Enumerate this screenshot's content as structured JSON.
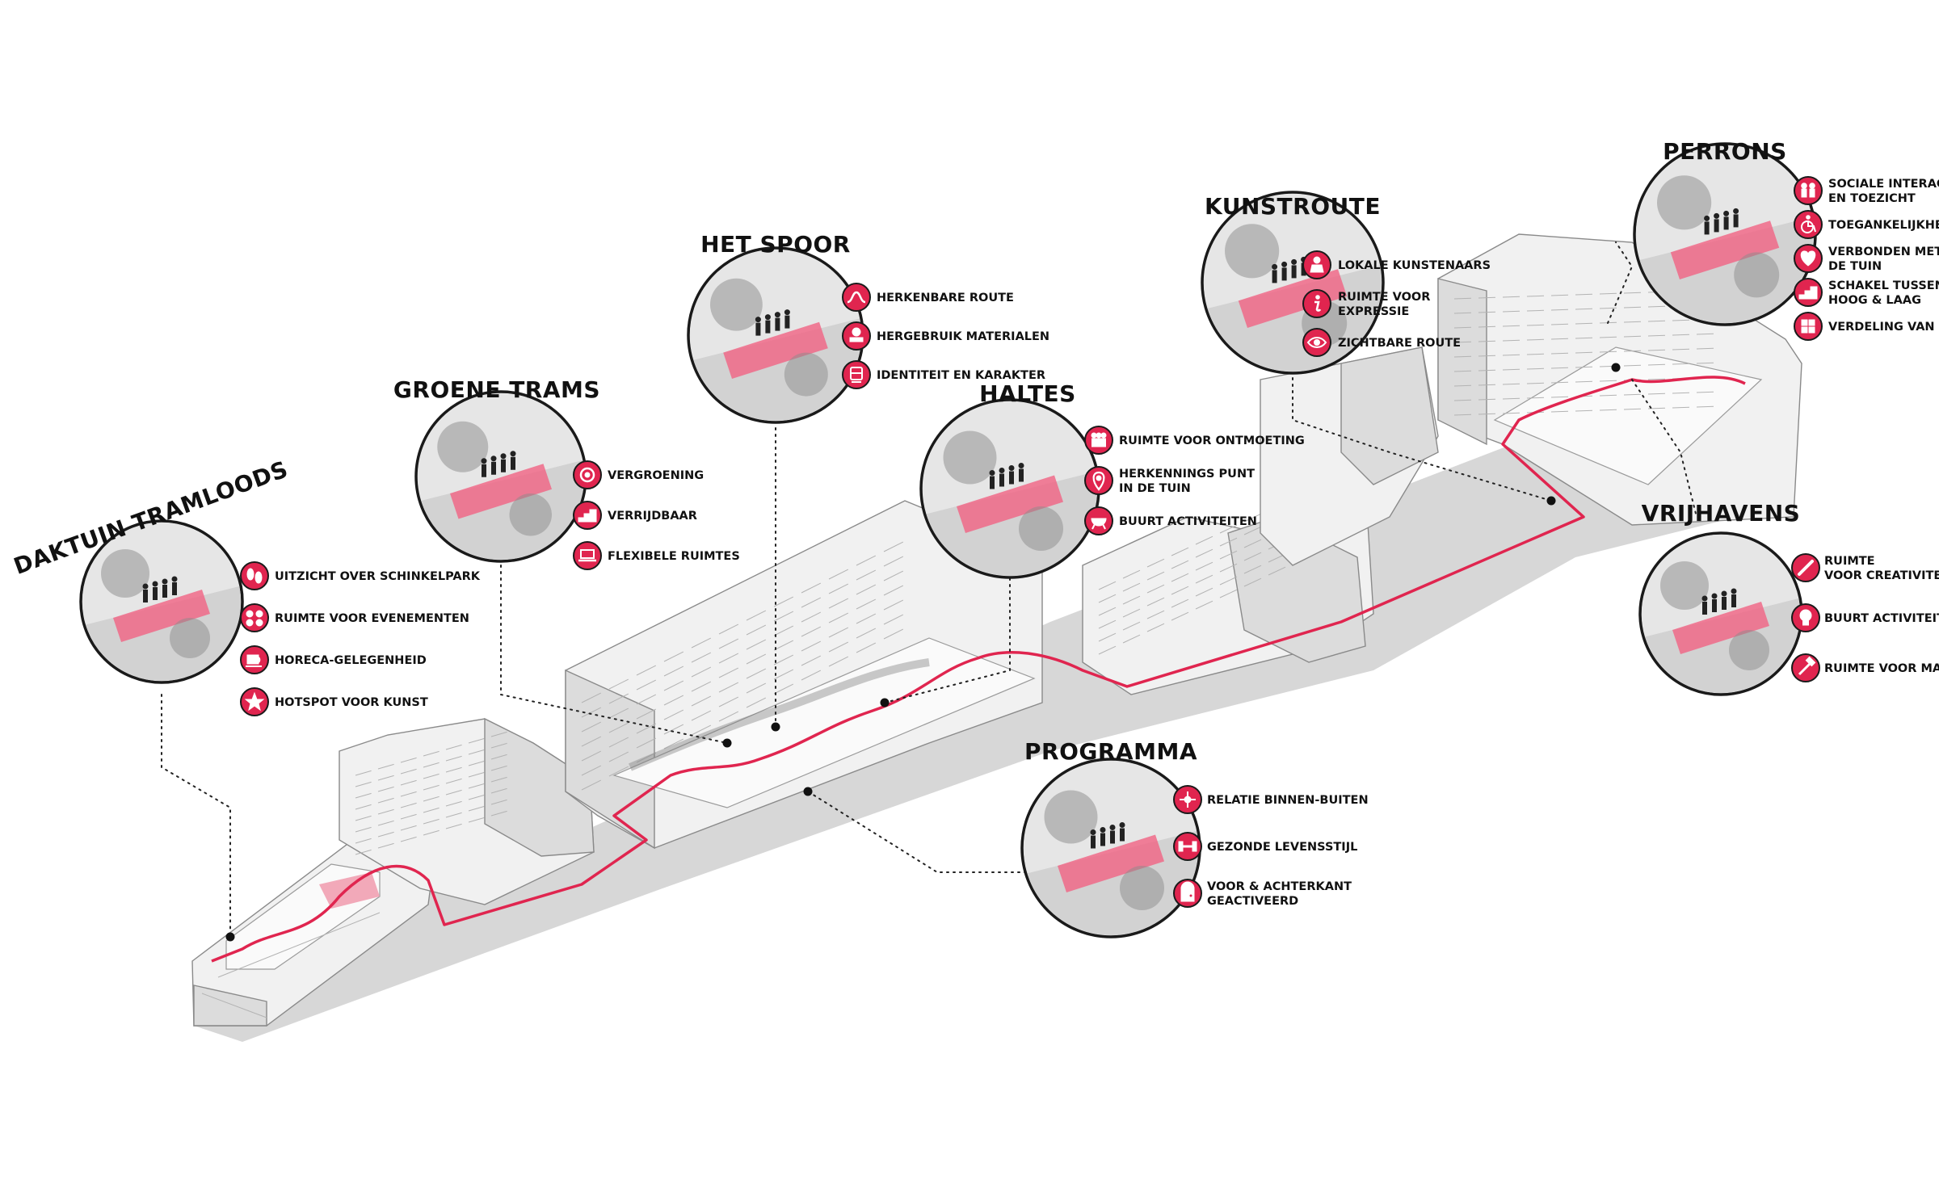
{
  "colors": {
    "accent": "#e0254f",
    "ink": "#111111",
    "building": "#f1f1f1",
    "shadow": "#c9c9c9"
  },
  "callouts": {
    "daktuin": {
      "title": "DAKTUIN TRAMLOODS",
      "features": [
        {
          "icon": "footprints-icon",
          "label": "UITZICHT OVER SCHINKELPARK"
        },
        {
          "icon": "crowd-icon",
          "label": "RUIMTE VOOR EVENEMENTEN"
        },
        {
          "icon": "coffee-cup-icon",
          "label": "HORECA-GELEGENHEID"
        },
        {
          "icon": "star-icon",
          "label": "HOTSPOT VOOR KUNST"
        }
      ]
    },
    "groene_trams": {
      "title": "GROENE TRAMS",
      "features": [
        {
          "icon": "plant-icon",
          "label": "VERGROENING"
        },
        {
          "icon": "stairs-icon",
          "label": "VERRIJDBAAR"
        },
        {
          "icon": "laptop-icon",
          "label": "FLEXIBELE RUIMTES"
        }
      ]
    },
    "het_spoor": {
      "title": "HET SPOOR",
      "features": [
        {
          "icon": "route-icon",
          "label": "HERKENBARE ROUTE"
        },
        {
          "icon": "stamp-icon",
          "label": "HERGEBRUIK MATERIALEN"
        },
        {
          "icon": "tram-icon",
          "label": "IDENTITEIT EN KARAKTER"
        }
      ]
    },
    "haltes": {
      "title": "HALTES",
      "features": [
        {
          "icon": "people-icon",
          "label": "RUIMTE VOOR ONTMOETING"
        },
        {
          "icon": "location-pin-icon",
          "label": "HERKENNINGS PUNT\nIN DE TUIN"
        },
        {
          "icon": "barbecue-icon",
          "label": "BUURT ACTIVITEITEN"
        }
      ]
    },
    "kunstroute": {
      "title": "KUNSTROUTE",
      "features": [
        {
          "icon": "artist-icon",
          "label": "LOKALE KUNSTENAARS"
        },
        {
          "icon": "info-icon",
          "label": "RUIMTE VOOR\nEXPRESSIE"
        },
        {
          "icon": "eye-icon",
          "label": "ZICHTBARE ROUTE"
        }
      ]
    },
    "perrons": {
      "title": "PERRONS",
      "features": [
        {
          "icon": "group-icon",
          "label": "SOCIALE INTERACTIE\nEN TOEZICHT"
        },
        {
          "icon": "wheelchair-icon",
          "label": "TOEGANKELIJKHEID"
        },
        {
          "icon": "heart-icon",
          "label": "VERBONDEN MET\nDE TUIN"
        },
        {
          "icon": "stairs-icon",
          "label": "SCHAKEL TUSSEN\nHOOG & LAAG"
        },
        {
          "icon": "grid-icon",
          "label": "VERDELING VAN RUIMTES"
        }
      ]
    },
    "vrijhavens": {
      "title": "VRIJHAVENS",
      "features": [
        {
          "icon": "paintbrush-icon",
          "label": "RUIMTE\nVOOR CREATIVITEIT"
        },
        {
          "icon": "lightbulb-icon",
          "label": "BUURT ACTIVITEITEN"
        },
        {
          "icon": "hammer-icon",
          "label": "RUIMTE VOOR MAKERS"
        }
      ]
    },
    "programma": {
      "title": "PROGRAMMA",
      "features": [
        {
          "icon": "compass-icon",
          "label": "RELATIE BINNEN-BUITEN"
        },
        {
          "icon": "dumbbell-icon",
          "label": "GEZONDE LEVENSSTIJL"
        },
        {
          "icon": "door-icon",
          "label": "VOOR & ACHTERKANT\nGEACTIVEERD"
        }
      ]
    }
  }
}
